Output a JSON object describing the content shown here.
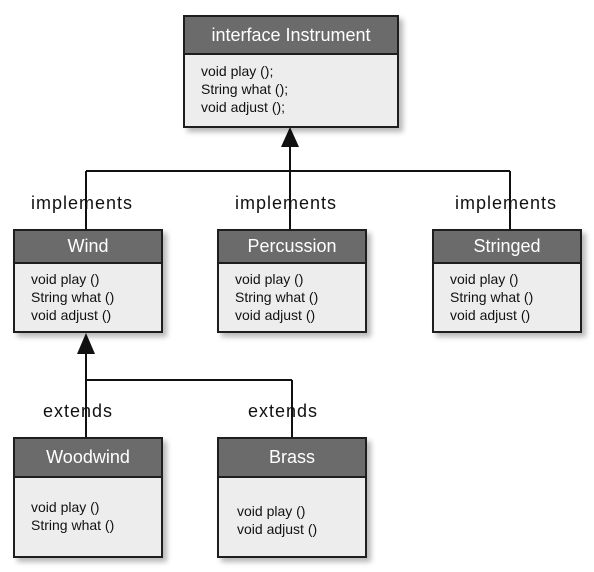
{
  "interface": {
    "title": "interface Instrument",
    "methods": [
      "void play ();",
      "String what ();",
      "void adjust ();"
    ]
  },
  "wind": {
    "title": "Wind",
    "methods": [
      "void play ()",
      "String what ()",
      "void adjust ()"
    ]
  },
  "percussion": {
    "title": "Percussion",
    "methods": [
      "void play ()",
      "String what ()",
      "void adjust ()"
    ]
  },
  "stringed": {
    "title": "Stringed",
    "methods": [
      "void play ()",
      "String what ()",
      "void adjust ()"
    ]
  },
  "woodwind": {
    "title": "Woodwind",
    "methods": [
      "void play ()",
      "String what ()"
    ]
  },
  "brass": {
    "title": "Brass",
    "methods": [
      "void play ()",
      "void adjust ()"
    ]
  },
  "labels": {
    "implements_wind": "implements",
    "implements_percussion": "implements",
    "implements_stringed": "implements",
    "extends_woodwind": "extends",
    "extends_brass": "extends"
  }
}
